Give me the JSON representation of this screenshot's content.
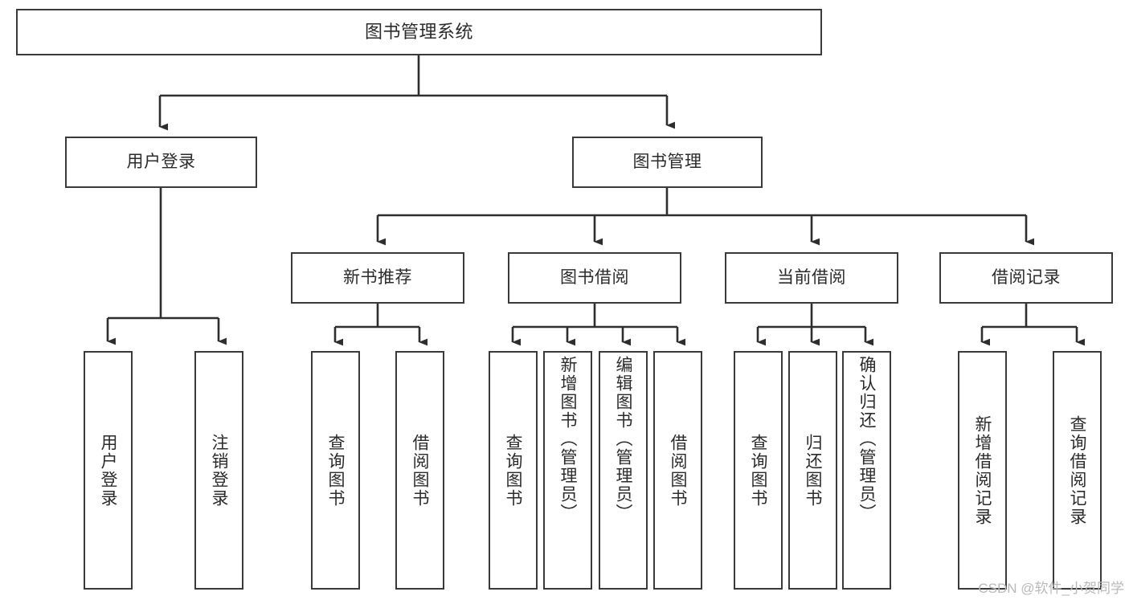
{
  "diagram": {
    "title": "图书管理系统",
    "type": "tree-hierarchy-diagram",
    "stroke_color": "#3a3a3a",
    "fill_color": "#ffffff",
    "text_color": "#2b2b2b",
    "root": {
      "label": "图书管理系统"
    },
    "level2": [
      {
        "label": "用户登录"
      },
      {
        "label": "图书管理"
      }
    ],
    "level3": [
      {
        "label": "新书推荐"
      },
      {
        "label": "图书借阅"
      },
      {
        "label": "当前借阅"
      },
      {
        "label": "借阅记录"
      }
    ],
    "leaves": {
      "user_login": [
        {
          "label": "用户登录"
        },
        {
          "label": "注销登录"
        }
      ],
      "new_book_recommend": [
        {
          "label": "查询图书"
        },
        {
          "label": "借阅图书"
        }
      ],
      "book_borrow": [
        {
          "label": "查询图书"
        },
        {
          "label": "新增图书（管理员）"
        },
        {
          "label": "编辑图书（管理员）"
        },
        {
          "label": "借阅图书"
        }
      ],
      "current_borrow": [
        {
          "label": "查询图书"
        },
        {
          "label": "归还图书"
        },
        {
          "label": "确认归还（管理员）"
        }
      ],
      "borrow_record": [
        {
          "label": "新增借阅记录"
        },
        {
          "label": "查询借阅记录"
        }
      ]
    }
  },
  "watermark": {
    "text": "CSDN @软件_小贺同学"
  }
}
